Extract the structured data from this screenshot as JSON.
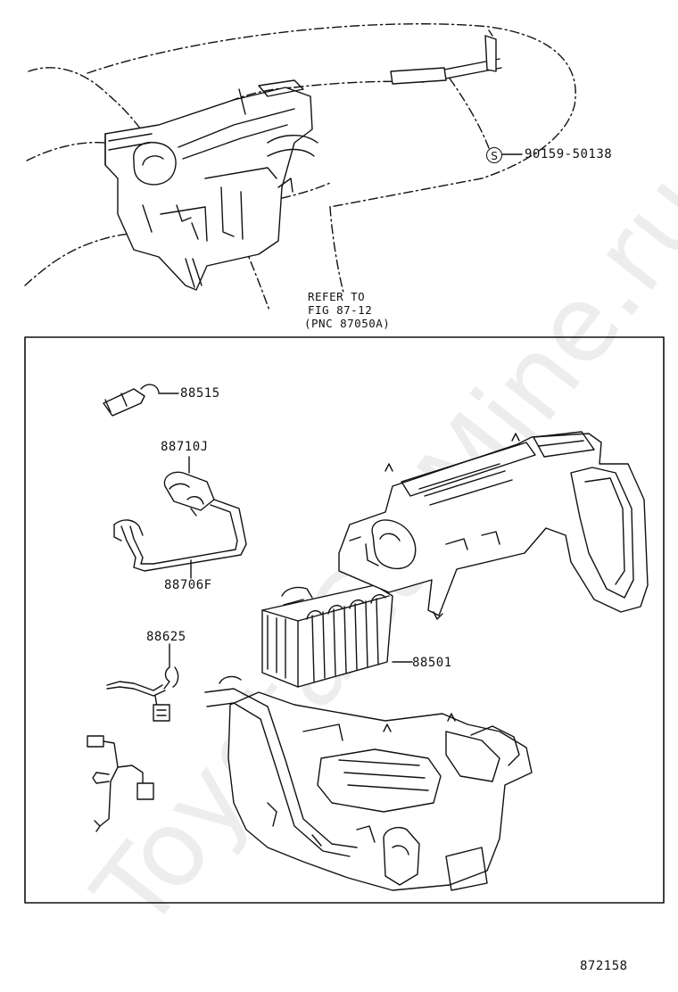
{
  "parts": {
    "clip_label": "90159-50138",
    "clip_symbol": "S",
    "refer_line1": "REFER TO",
    "refer_line2": "FIG 87-12",
    "refer_line3": "(PNC 87050A)",
    "p88515": "88515",
    "p88710j": "88710J",
    "p88706f": "88706F",
    "p88625": "88625",
    "p88501": "88501"
  },
  "figure_number": "872158",
  "watermark": "ToyotaCarMine.ru",
  "colors": {
    "line": "#111111",
    "background": "#ffffff"
  }
}
